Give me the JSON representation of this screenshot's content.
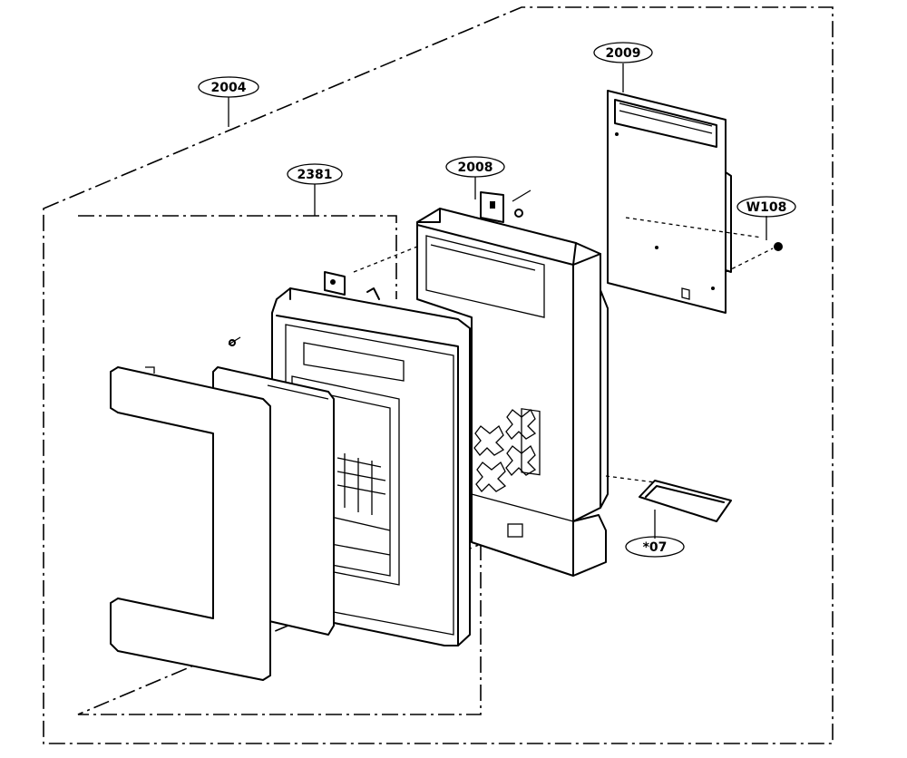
{
  "labels": {
    "assembly": "2004",
    "door_frame": "2381",
    "bracket": "2008",
    "pcb": "2009",
    "screw": "W108",
    "pad": "*07"
  }
}
